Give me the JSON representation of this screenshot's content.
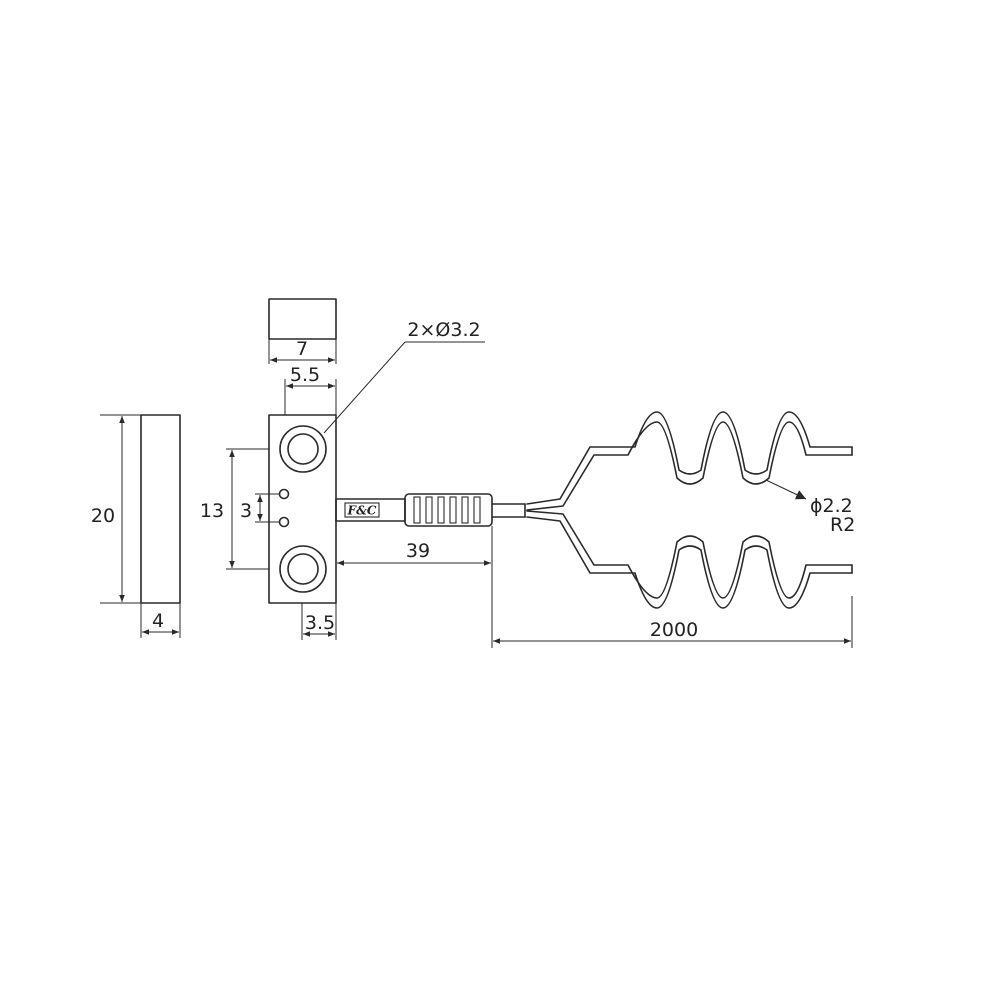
{
  "dimensions": {
    "top_width": "7",
    "hole_pitch_x": "5.5",
    "hole_callout": "2×Ø3.2",
    "hole_spacing": "13",
    "led_spacing": "3",
    "height": "20",
    "thickness": "4",
    "edge_offset": "3.5",
    "sleeve_length": "39",
    "cable_length": "2000",
    "cable_diameter": "ϕ2.2",
    "bend_radius": "R2"
  },
  "logo_text": "F&C"
}
